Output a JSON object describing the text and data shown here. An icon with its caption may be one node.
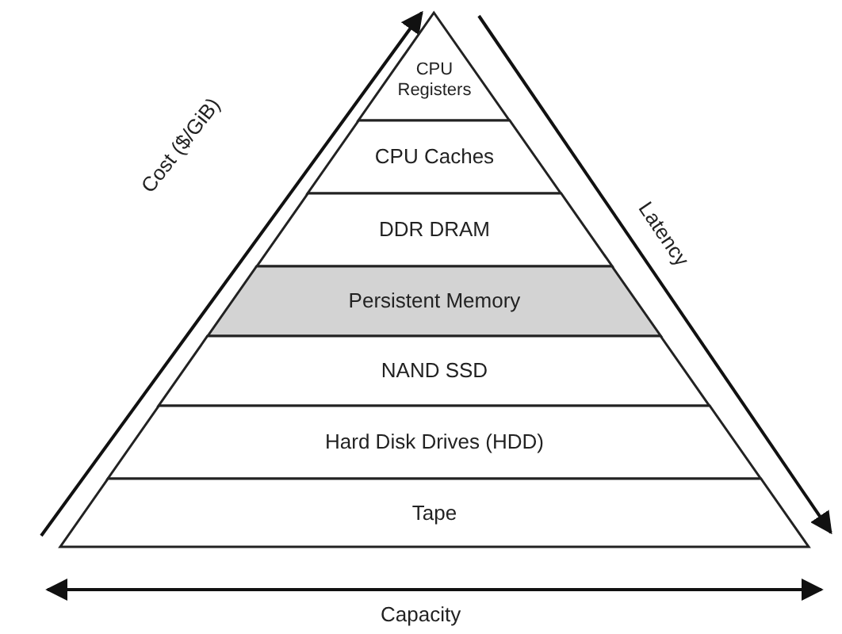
{
  "diagram": {
    "nodes": [
      {
        "text": [
          "CPU Registers"
        ]
      },
      {
        "text": [
          "CPU Caches"
        ]
      },
      {
        "text": [
          "DDR DRAM"
        ]
      },
      {
        "text": [
          "Persistent Memory"
        ]
      },
      {
        "text": [
          "NAND SSD"
        ]
      },
      {
        "text": [
          "Hard Disk Drives (HDD)"
        ]
      },
      {
        "text": [
          "Tape"
        ]
      }
    ],
    "edges": [],
    "labels": [
      "Cost ($/GiB)",
      "Latency",
      "Capacity"
    ]
  }
}
